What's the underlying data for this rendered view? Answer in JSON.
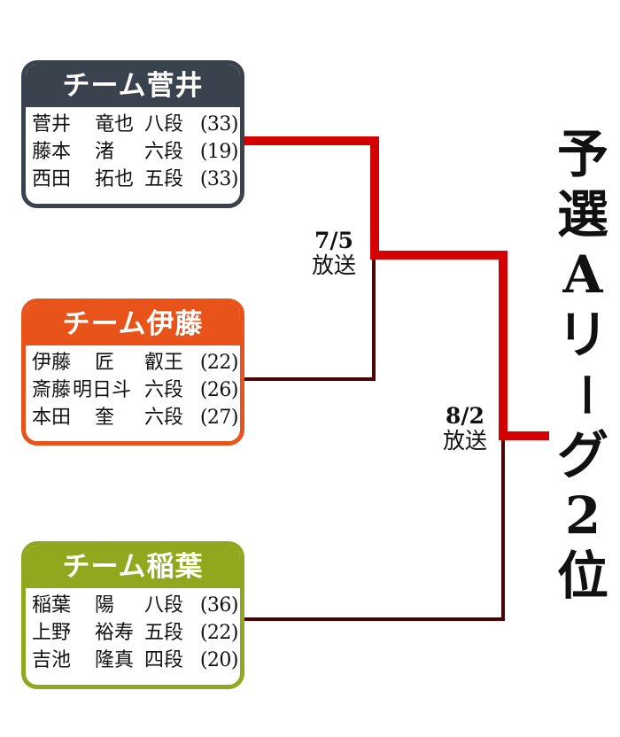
{
  "colors": {
    "winner_line": "#D40000",
    "loser_line": "#4A0505",
    "team_sugai": "#3A434D",
    "team_ito": "#E8531A",
    "team_inaba": "#8FA81E"
  },
  "teams": [
    {
      "name": "チーム菅井",
      "players": [
        {
          "family": "菅井",
          "given": "竜也",
          "rank": "八段",
          "age": "(33)"
        },
        {
          "family": "藤本",
          "given": "渚",
          "rank": "六段",
          "age": "(19)"
        },
        {
          "family": "西田",
          "given": "拓也",
          "rank": "五段",
          "age": "(33)"
        }
      ]
    },
    {
      "name": "チーム伊藤",
      "players": [
        {
          "family": "伊藤",
          "given": "匠",
          "rank": "叡王",
          "age": "(22)"
        },
        {
          "family": "斎藤",
          "given": "明日斗",
          "rank": "六段",
          "age": "(26)"
        },
        {
          "family": "本田",
          "given": "奎",
          "rank": "六段",
          "age": "(27)"
        }
      ]
    },
    {
      "name": "チーム稲葉",
      "players": [
        {
          "family": "稲葉",
          "given": "陽",
          "rank": "八段",
          "age": "(36)"
        },
        {
          "family": "上野",
          "given": "裕寿",
          "rank": "五段",
          "age": "(22)"
        },
        {
          "family": "吉池",
          "given": "隆真",
          "rank": "四段",
          "age": "(20)"
        }
      ]
    }
  ],
  "matches": [
    {
      "date": "7/5",
      "label": "放送"
    },
    {
      "date": "8/2",
      "label": "放送"
    }
  ],
  "result": {
    "chars": [
      "予",
      "選",
      "A",
      "リ",
      "ー",
      "グ",
      "2",
      "位"
    ],
    "text": "予選Aリーグ2位"
  }
}
